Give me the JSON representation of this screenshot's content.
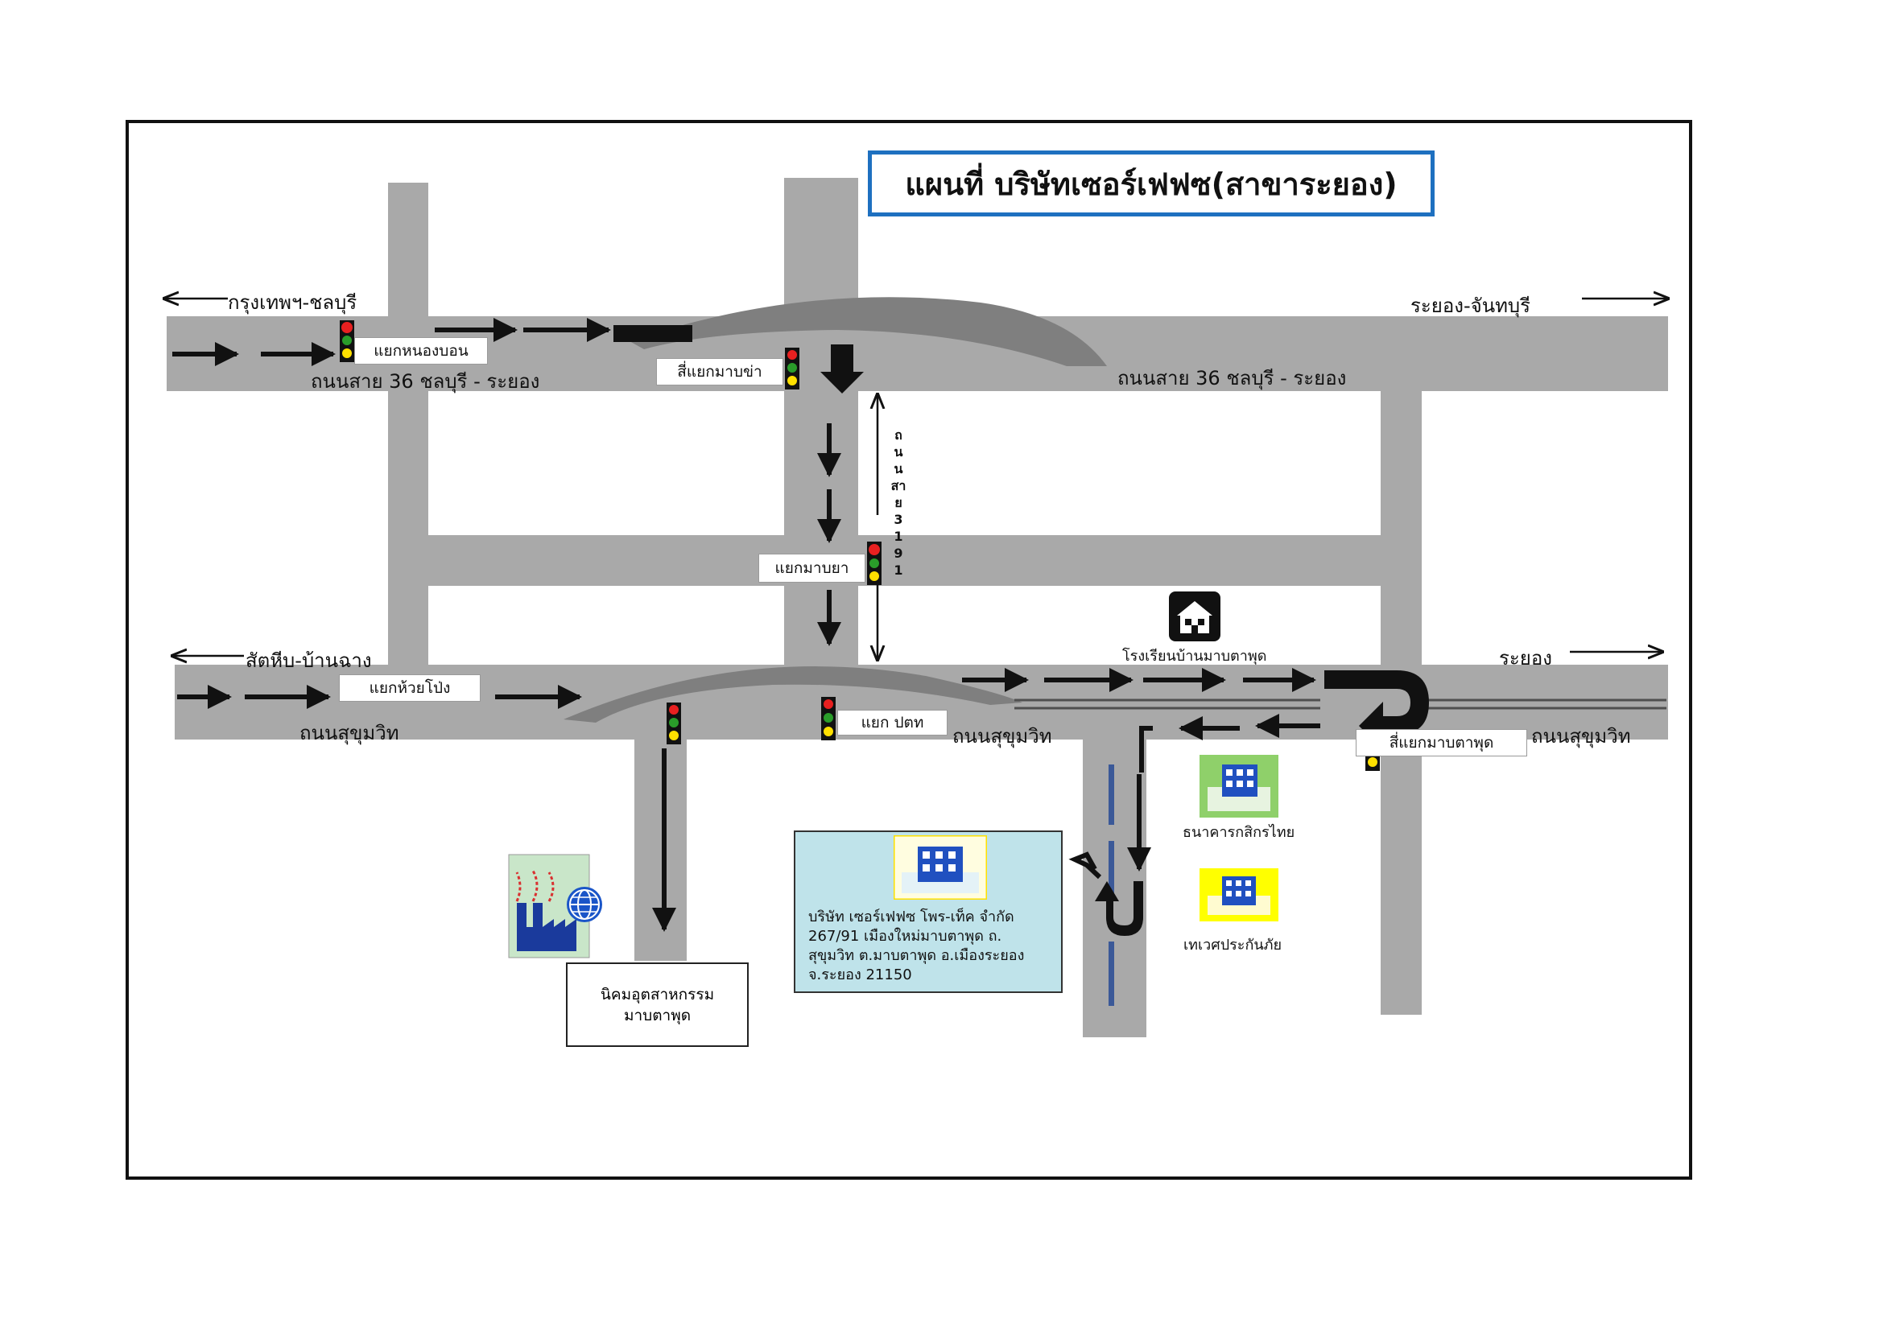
{
  "title": "แผนที่ บริษัทเซอร์เฟฟซ(สาขาระยอง)",
  "directions": {
    "to_bangkok": "กรุงเทพฯ-ชลบุรี",
    "to_chanthaburi": "ระยอง-จันทบุรี",
    "to_sattahip": "สัตหีบ-บ้านฉาง",
    "to_rayong": "ระยอง"
  },
  "roads": {
    "route36_left": "ถนนสาย 36 ชลบุรี - ระยอง",
    "route36_right": "ถนนสาย 36 ชลบุรี - ระยอง",
    "sukhumvit_1": "ถนนสุขุมวิท",
    "sukhumvit_2": "ถนนสุขุมวิท",
    "sukhumvit_3": "ถนนสุขุมวิท",
    "route3191": "ถนนสาย3191"
  },
  "junctions": {
    "nong_bon": "แยกหนองบอน",
    "map_kha": "สี่แยกมาบข่า",
    "map_ya": "แยกมาบยา",
    "huai_pong": "แยกห้วยโป่ง",
    "ptt": "แยก ปตท",
    "map_ta_phut": "สี่แยกมาบตาพุด"
  },
  "landmarks": {
    "school": "โรงเรียนบ้านมาบตาพุด",
    "bank": "ธนาคารกสิกรไทย",
    "insurance": "เทเวศประกันภัย",
    "industrial_estate": "นิคมอุตสาหกรรมมาบตาพุด"
  },
  "company": {
    "line1": "บริษัท เซอร์เฟฟซ โพร-เท็ค จำกัด",
    "line2": "267/91 เมืองใหม่มาบตาพุด ถ.",
    "line3": "สุขุมวิท ต.มาบตาพุด อ.เมืองระยอง",
    "line4": "จ.ระยอง 21150"
  },
  "icons": [
    "traffic-light-icon",
    "school-icon",
    "building-icon",
    "factory-icon",
    "globe-icon",
    "arrow-icon",
    "u-turn-icon"
  ],
  "colors": {
    "road": "#a9a9a9",
    "overpass": "#7f7f7f",
    "title_border": "#1e70c0",
    "company_box": "#bfe3ea",
    "bank_bg": "#8fd06a",
    "insurance_bg": "#ffff00"
  }
}
